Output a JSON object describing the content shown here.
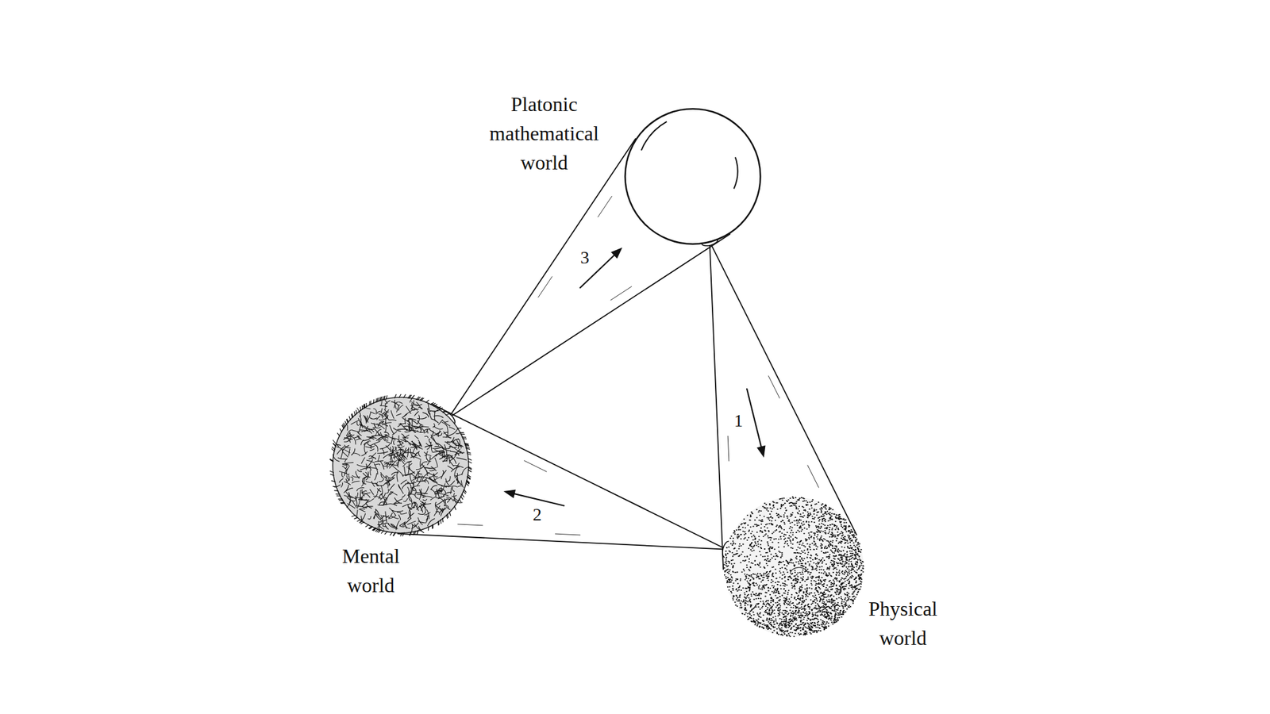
{
  "diagram": {
    "nodes": [
      {
        "text": [
          "Platonic mathematical world"
        ]
      },
      {
        "text": [
          "Mental world"
        ]
      },
      {
        "text": [
          "Physical world"
        ]
      }
    ],
    "edges": [
      {
        "from": 0,
        "to": 2,
        "arrow": "to",
        "label": "1"
      },
      {
        "from": 2,
        "to": 1,
        "arrow": "to",
        "label": "2"
      },
      {
        "from": 1,
        "to": 0,
        "arrow": "to",
        "label": "3"
      }
    ]
  }
}
